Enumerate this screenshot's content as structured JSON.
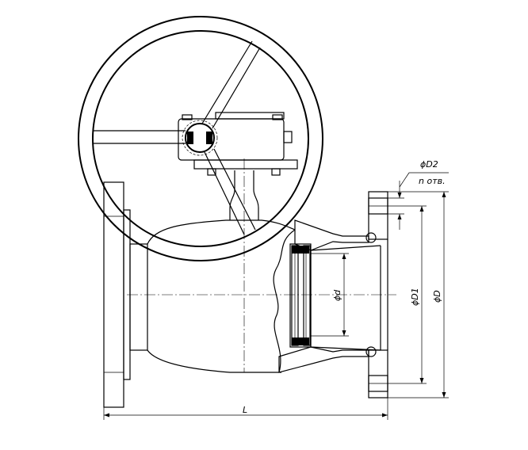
{
  "dimensions": {
    "length": "L",
    "bore": "ϕd",
    "flange_bolt_circle": "ϕD1",
    "flange_outer": "ϕD",
    "bolt_hole": "ϕD2",
    "bolt_hole_count": "n отв."
  },
  "colors": {
    "line": "#000000",
    "background": "#ffffff"
  }
}
